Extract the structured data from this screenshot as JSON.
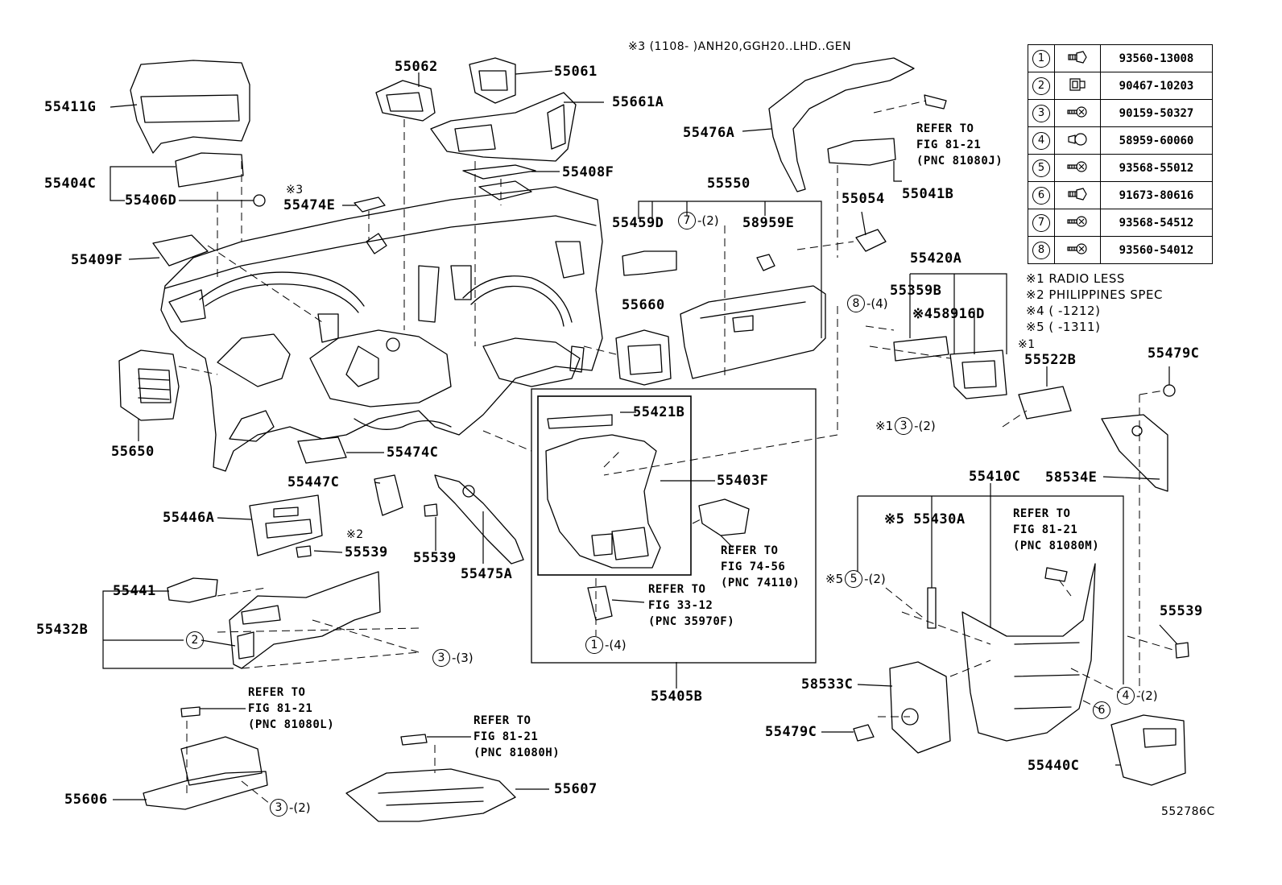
{
  "header_note": "※3 (1108-    )ANH20,GGH20..LHD..GEN",
  "diagram_id": "552786C",
  "parts": [
    {
      "id": "p55411G",
      "label": "55411G"
    },
    {
      "id": "p55404C",
      "label": "55404C"
    },
    {
      "id": "p55406D",
      "label": "55406D"
    },
    {
      "id": "p55474E",
      "label": "55474E"
    },
    {
      "id": "p55474E_mark",
      "label": "※3"
    },
    {
      "id": "p55409F",
      "label": "55409F"
    },
    {
      "id": "p55650",
      "label": "55650"
    },
    {
      "id": "p55062",
      "label": "55062"
    },
    {
      "id": "p55061",
      "label": "55061"
    },
    {
      "id": "p55661A",
      "label": "55661A"
    },
    {
      "id": "p55408F",
      "label": "55408F"
    },
    {
      "id": "p55476A",
      "label": "55476A"
    },
    {
      "id": "p55550",
      "label": "55550"
    },
    {
      "id": "p55459D",
      "label": "55459D"
    },
    {
      "id": "p58959E",
      "label": "58959E"
    },
    {
      "id": "p55660",
      "label": "55660"
    },
    {
      "id": "p55054",
      "label": "55054"
    },
    {
      "id": "p55041B",
      "label": "55041B"
    },
    {
      "id": "p55420A",
      "label": "55420A"
    },
    {
      "id": "p55359B",
      "label": "55359B"
    },
    {
      "id": "p58916D",
      "label": "※458916D"
    },
    {
      "id": "p55522B_mark",
      "label": "※1"
    },
    {
      "id": "p55522B",
      "label": "55522B"
    },
    {
      "id": "p55479C_r",
      "label": "55479C"
    },
    {
      "id": "p58534E",
      "label": "58534E"
    },
    {
      "id": "p55474C",
      "label": "55474C"
    },
    {
      "id": "p55447C",
      "label": "55447C"
    },
    {
      "id": "p55446A",
      "label": "55446A"
    },
    {
      "id": "p55539_mark",
      "label": "※2"
    },
    {
      "id": "p55539_a",
      "label": "55539"
    },
    {
      "id": "p55539_b",
      "label": "55539"
    },
    {
      "id": "p55475A",
      "label": "55475A"
    },
    {
      "id": "p55441",
      "label": "55441"
    },
    {
      "id": "p55432B",
      "label": "55432B"
    },
    {
      "id": "p55421B",
      "label": "55421B"
    },
    {
      "id": "p55403F",
      "label": "55403F"
    },
    {
      "id": "p55405B",
      "label": "55405B"
    },
    {
      "id": "p55410C",
      "label": "55410C"
    },
    {
      "id": "p55430A",
      "label": "※5 55430A"
    },
    {
      "id": "p55539_c",
      "label": "55539"
    },
    {
      "id": "p58533C",
      "label": "58533C"
    },
    {
      "id": "p55479C_l",
      "label": "55479C"
    },
    {
      "id": "p55440C",
      "label": "55440C"
    },
    {
      "id": "p55606",
      "label": "55606"
    },
    {
      "id": "p55607",
      "label": "55607"
    }
  ],
  "refs": [
    {
      "id": "ref81080J",
      "text": "REFER TO\nFIG 81-21\n(PNC 81080J)"
    },
    {
      "id": "ref81080M",
      "text": "REFER TO\nFIG 81-21\n(PNC 81080M)"
    },
    {
      "id": "ref74110",
      "text": "REFER TO\nFIG 74-56\n(PNC 74110)"
    },
    {
      "id": "ref35970F",
      "text": "REFER TO\nFIG 33-12\n(PNC 35970F)"
    },
    {
      "id": "ref81080L",
      "text": "REFER TO\nFIG 81-21\n(PNC 81080L)"
    },
    {
      "id": "ref81080H",
      "text": "REFER TO\nFIG 81-21\n(PNC 81080H)"
    }
  ],
  "circled_callouts": [
    {
      "id": "c7",
      "num": "7",
      "qty": "-(2)",
      "pre": ""
    },
    {
      "id": "c8",
      "num": "8",
      "qty": "-(4)",
      "pre": ""
    },
    {
      "id": "c3a",
      "num": "3",
      "qty": "-(2)",
      "pre": "※1"
    },
    {
      "id": "c2",
      "num": "2",
      "qty": "",
      "pre": ""
    },
    {
      "id": "c3b",
      "num": "3",
      "qty": "-(3)",
      "pre": ""
    },
    {
      "id": "c1",
      "num": "1",
      "qty": "-(4)",
      "pre": ""
    },
    {
      "id": "c5",
      "num": "5",
      "qty": "-(2)",
      "pre": "※5"
    },
    {
      "id": "c4",
      "num": "4",
      "qty": "-(2)",
      "pre": ""
    },
    {
      "id": "c6",
      "num": "6",
      "qty": "",
      "pre": ""
    },
    {
      "id": "c3c",
      "num": "3",
      "qty": "-(2)",
      "pre": ""
    }
  ],
  "fastener_table": [
    {
      "num": "1",
      "part": "93560-13008",
      "icon": "bolt-icon"
    },
    {
      "num": "2",
      "part": "90467-10203",
      "icon": "clip-icon"
    },
    {
      "num": "3",
      "part": "90159-50327",
      "icon": "screw-icon"
    },
    {
      "num": "4",
      "part": "58959-60060",
      "icon": "push-clip-icon"
    },
    {
      "num": "5",
      "part": "93568-55012",
      "icon": "screw-icon"
    },
    {
      "num": "6",
      "part": "91673-80616",
      "icon": "bolt-icon"
    },
    {
      "num": "7",
      "part": "93568-54512",
      "icon": "screw-icon"
    },
    {
      "num": "8",
      "part": "93560-54012",
      "icon": "screw-icon"
    }
  ],
  "footnotes": [
    "※1 RADIO LESS",
    "※2  PHILIPPINES  SPEC",
    "※4 (    -1212)",
    "※5 (    -1311)"
  ]
}
